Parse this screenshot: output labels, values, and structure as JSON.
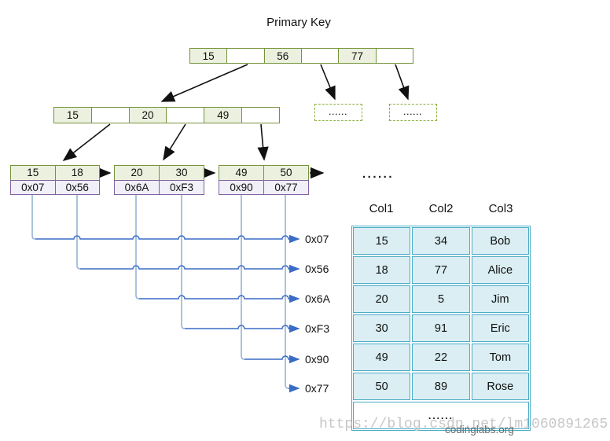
{
  "diagram": {
    "title": "Primary Key",
    "kind": "B+Tree index with row-address leaf pointers (MyISAM-style)"
  },
  "tree": {
    "root": {
      "cells": [
        "15",
        "",
        "56",
        "",
        "77",
        ""
      ]
    },
    "internal": {
      "cells": [
        "15",
        "",
        "20",
        "",
        "49",
        ""
      ]
    },
    "dashed_nodes": [
      "......",
      "......"
    ],
    "leaves": [
      {
        "keys": [
          "15",
          "18"
        ],
        "pointers": [
          "0x07",
          "0x56"
        ]
      },
      {
        "keys": [
          "20",
          "30"
        ],
        "pointers": [
          "0x6A",
          "0xF3"
        ]
      },
      {
        "keys": [
          "49",
          "50"
        ],
        "pointers": [
          "0x90",
          "0x77"
        ]
      }
    ],
    "more_leaves_ellipsis": "......"
  },
  "address_labels": [
    "0x07",
    "0x56",
    "0x6A",
    "0xF3",
    "0x90",
    "0x77"
  ],
  "table": {
    "headers": [
      "Col1",
      "Col2",
      "Col3"
    ],
    "rows": [
      [
        "15",
        "34",
        "Bob"
      ],
      [
        "18",
        "77",
        "Alice"
      ],
      [
        "20",
        "5",
        "Jim"
      ],
      [
        "30",
        "91",
        "Eric"
      ],
      [
        "49",
        "22",
        "Tom"
      ],
      [
        "50",
        "89",
        "Rose"
      ]
    ],
    "ellipsis_row": "......"
  },
  "watermark": {
    "url_text": "https://blog.csdn.net/lm1060891265",
    "site_text": "codinglabs.org"
  },
  "colors": {
    "node_border_olive": "#77943C",
    "node_fill_green": "#EBF1DE",
    "pointer_border_purple": "#8064A2",
    "pointer_fill_lavender": "#F1EFF7",
    "dashed_border_green": "#8CAF3E",
    "table_border_teal": "#4BACC6",
    "table_fill_blue": "#DAEEF3",
    "connector_vertical_blue": "#95B3D7",
    "connector_horizontal_blue": "#3A6CC6",
    "arrow_black": "#111111"
  }
}
